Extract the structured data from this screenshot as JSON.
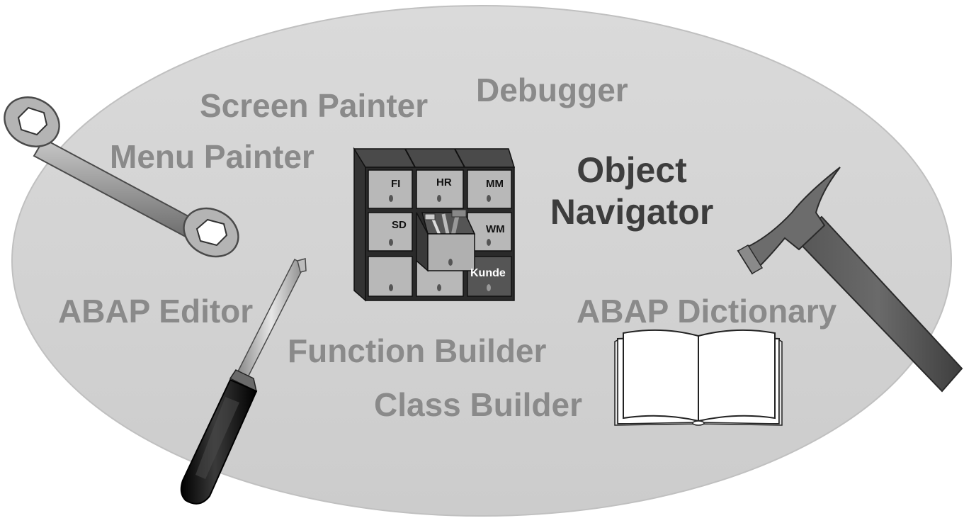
{
  "labels": {
    "screen_painter": "Screen Painter",
    "debugger": "Debugger",
    "menu_painter": "Menu Painter",
    "object_navigator_line1": "Object",
    "object_navigator_line2": "Navigator",
    "abap_editor": "ABAP Editor",
    "abap_dictionary": "ABAP Dictionary",
    "function_builder": "Function Builder",
    "class_builder": "Class Builder"
  },
  "cabinet": {
    "drawers": [
      "FI",
      "HR",
      "MM",
      "SD",
      "WM",
      "Kunde"
    ]
  },
  "icons": [
    "wrench-icon",
    "screwdriver-icon",
    "hammer-icon",
    "book-icon",
    "cabinet-icon"
  ],
  "colors": {
    "ellipse": "#d4d4d4",
    "label_gray": "#8a8a8a",
    "center_label": "#3d3d3d"
  }
}
